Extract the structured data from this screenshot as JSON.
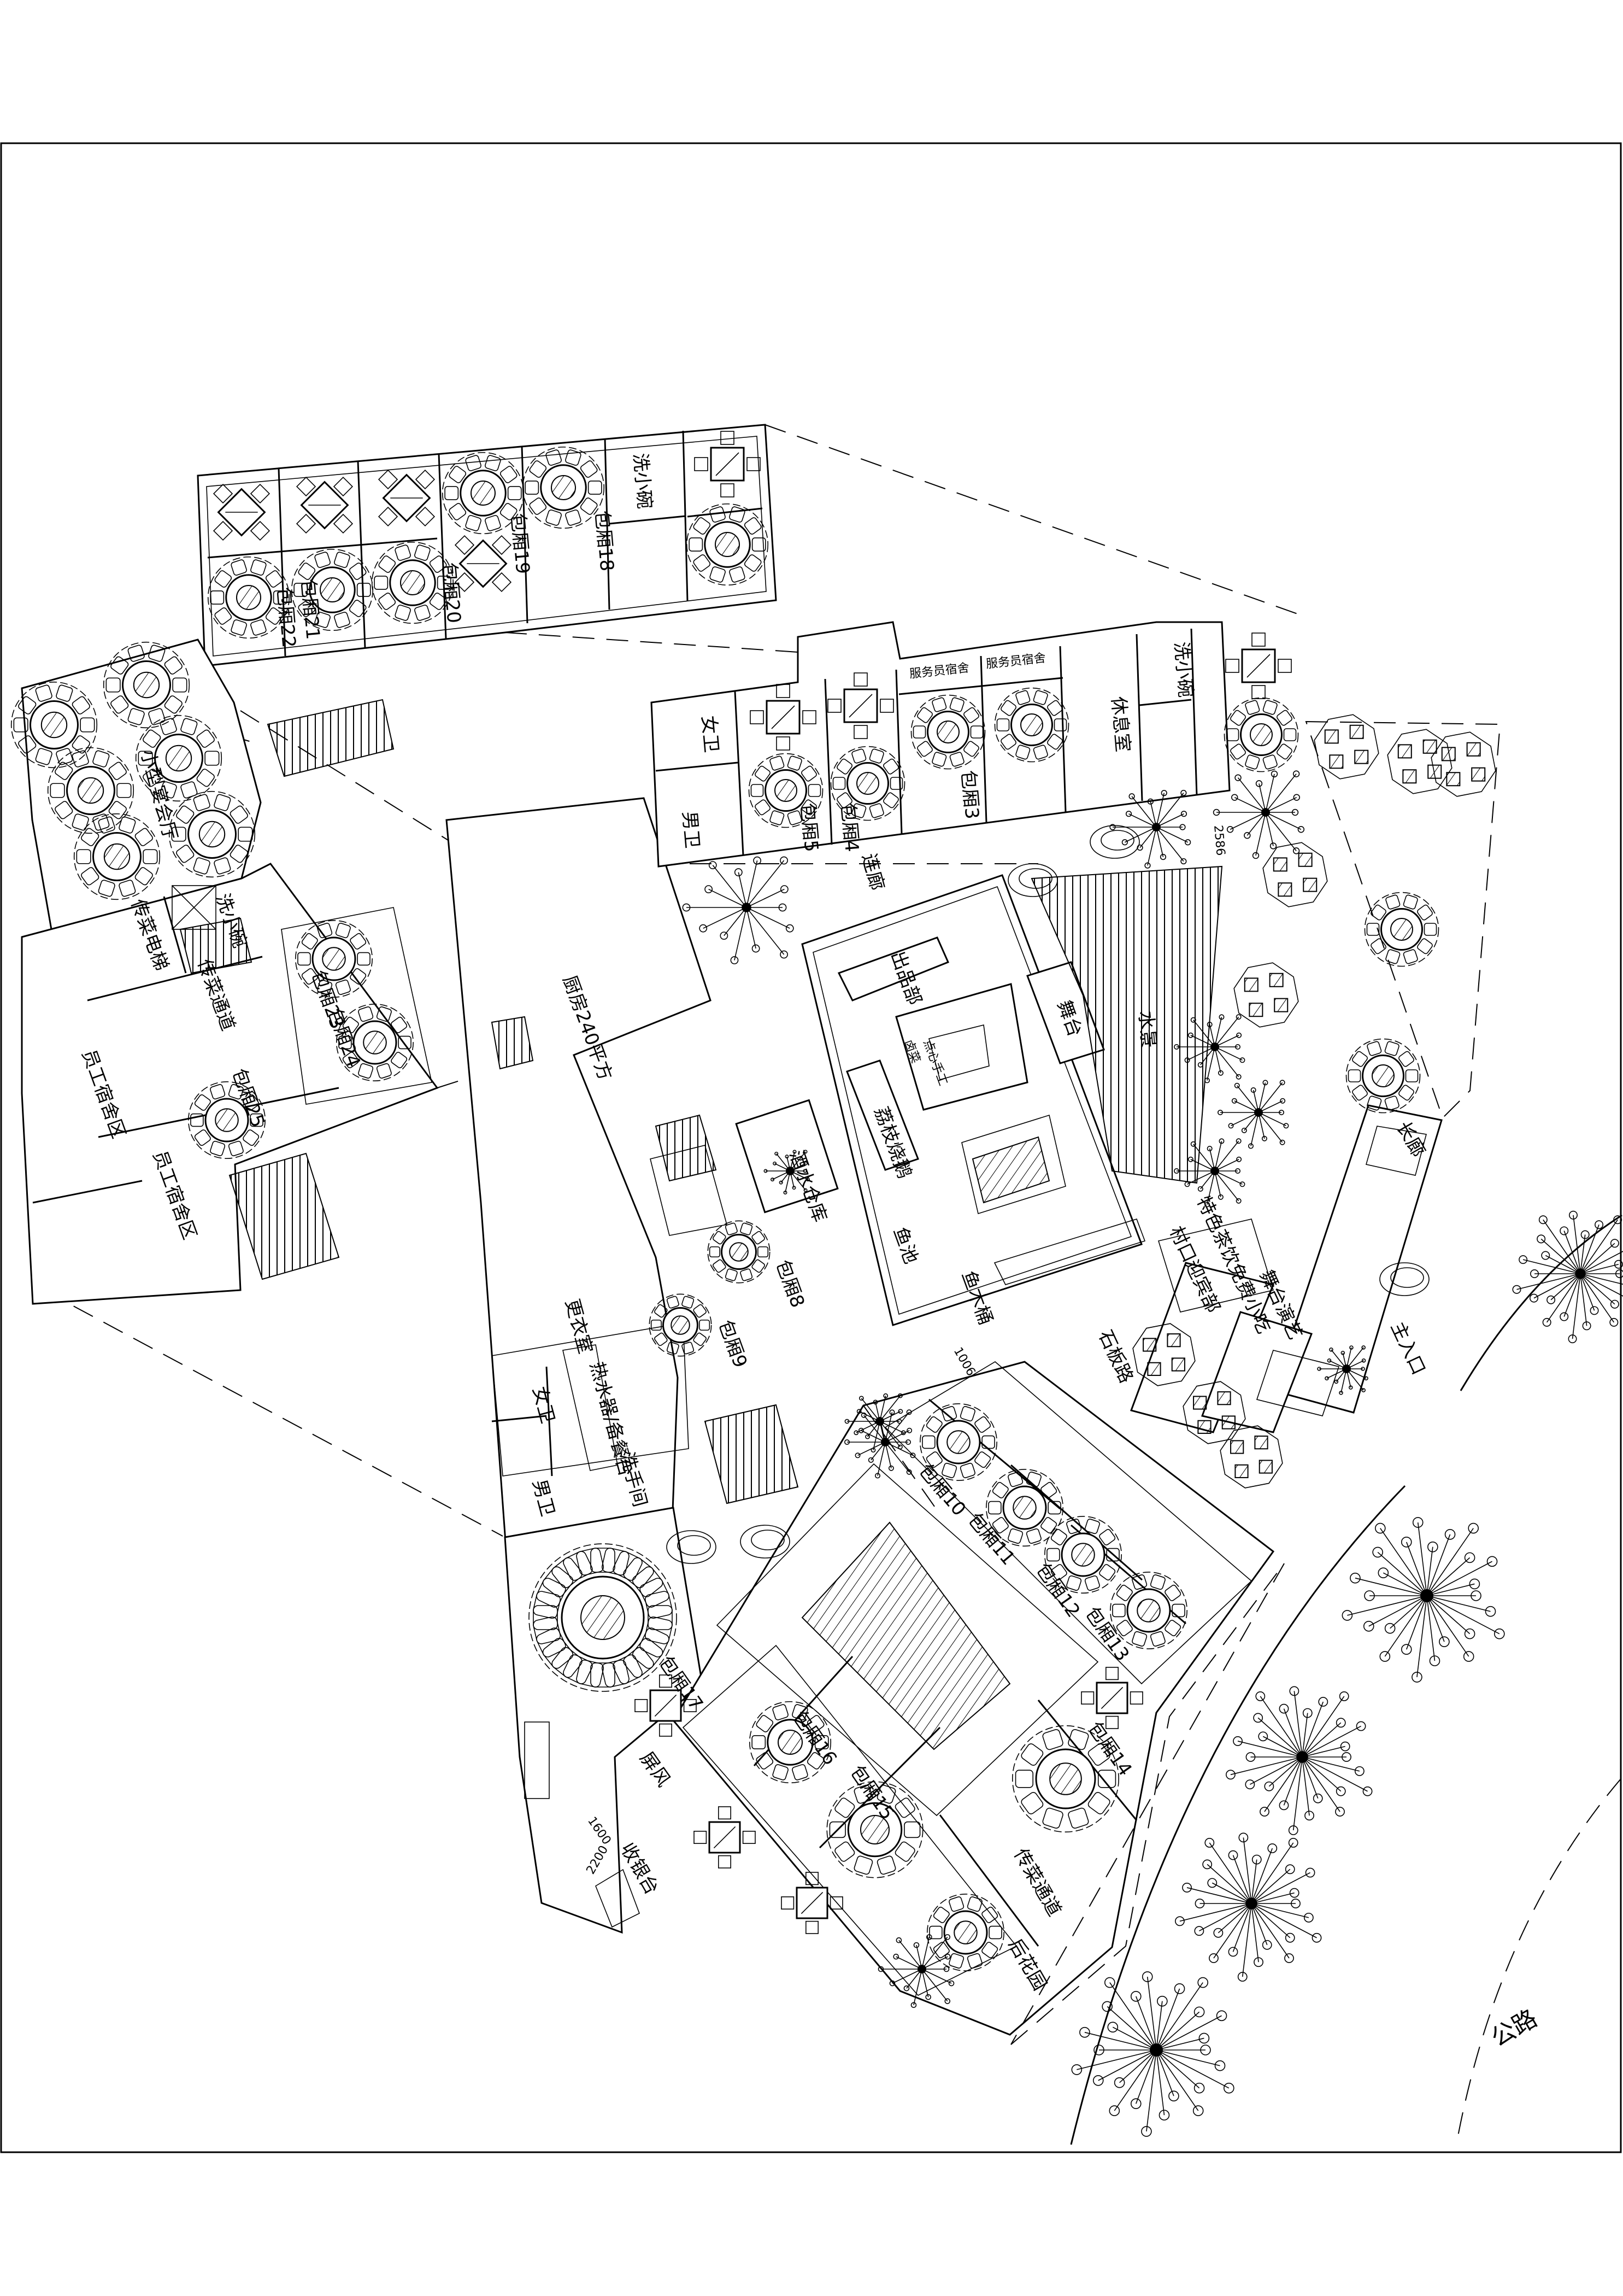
{
  "north_wing": {
    "rooms": [
      "包厢22",
      "包厢21",
      "包厢20",
      "包厢19",
      "包厢18"
    ],
    "dishwash": "洗小碗"
  },
  "east_wing": {
    "women_wc": "女卫",
    "men_wc": "男卫",
    "rooms": [
      "包厢5",
      "包厢4",
      "包厢3"
    ],
    "staff_room_a": "服务员宿舍",
    "staff_room_b": "服务员宿舍",
    "lounge": "休息室",
    "dishwash": "洗小碗",
    "corridor": "连廊",
    "dimension": "2586"
  },
  "west_wing": {
    "banquet": "小型宴会厅",
    "lift": "传菜电梯",
    "dishwash": "洗小碗",
    "passage": "传菜通道",
    "rooms": [
      "包厢23",
      "包厢24",
      "包厢25"
    ],
    "dorms": [
      "员工宿舍区",
      "员工宿舍区"
    ]
  },
  "kitchen": {
    "label": "厨房240平方",
    "changing": "更衣室",
    "heater": "热水器/备餐台",
    "women_wc": "女卫",
    "men_wc": "男卫",
    "washroom": "洗手间",
    "wine_store": "酒水仓库",
    "rooms": [
      "包厢8",
      "包厢9"
    ]
  },
  "hall": {
    "outlet": "出品部",
    "stage": "舞台",
    "goose": "荔枝烧鹅",
    "pond": "鱼池",
    "barrel": "鱼木桶",
    "water": "水景",
    "cold_dish": "卤菜",
    "pastry": "点心手工"
  },
  "south": {
    "rooms": [
      "包厢10",
      "包厢11",
      "包厢12",
      "包厢13",
      "包厢14",
      "包厢15",
      "包厢16",
      "包厢17"
    ],
    "screen": "屏风",
    "cashier": "收银台",
    "passage": "传菜通道",
    "garden": "后花园",
    "dim_1600": "1600",
    "dim_2200": "2200",
    "dim_1006": "1006"
  },
  "entrance": {
    "gallery": "长廊",
    "welcome": "村口迎宾部",
    "tea": "特色茶饮免费小吃",
    "performance": "舞台演艺",
    "main_entry": "主入口",
    "stone_path": "石板路"
  },
  "road": "公路"
}
